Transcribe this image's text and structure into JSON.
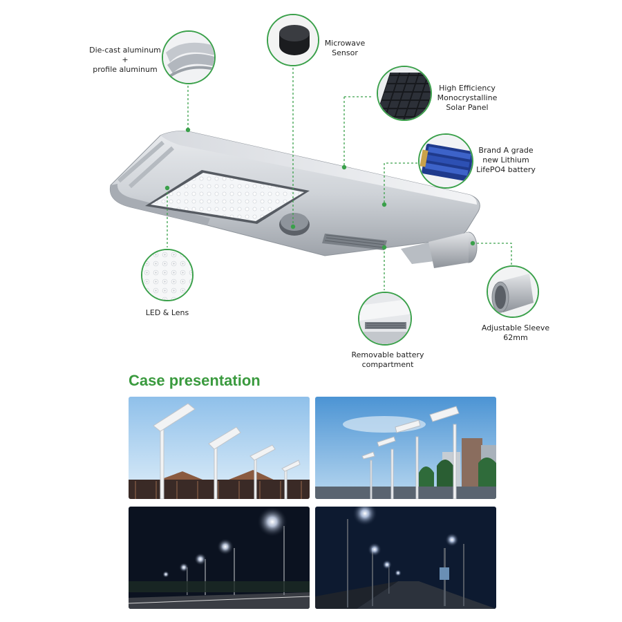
{
  "callouts": {
    "housing": "Die-cast aluminum\n+\nprofile aluminum",
    "sensor": "Microwave\nSensor",
    "solar": "High Efficiency\nMonocrystalline\nSolar Panel",
    "battery": "Brand A grade\nnew Lithium\nLifePO4 battery",
    "led": "LED & Lens",
    "compartment": "Removable battery\ncompartment",
    "sleeve": "Adjustable Sleeve\n62mm"
  },
  "section": {
    "title": "Case presentation"
  },
  "colors": {
    "accent": "#3aa04a",
    "title": "#3a9a3e"
  }
}
